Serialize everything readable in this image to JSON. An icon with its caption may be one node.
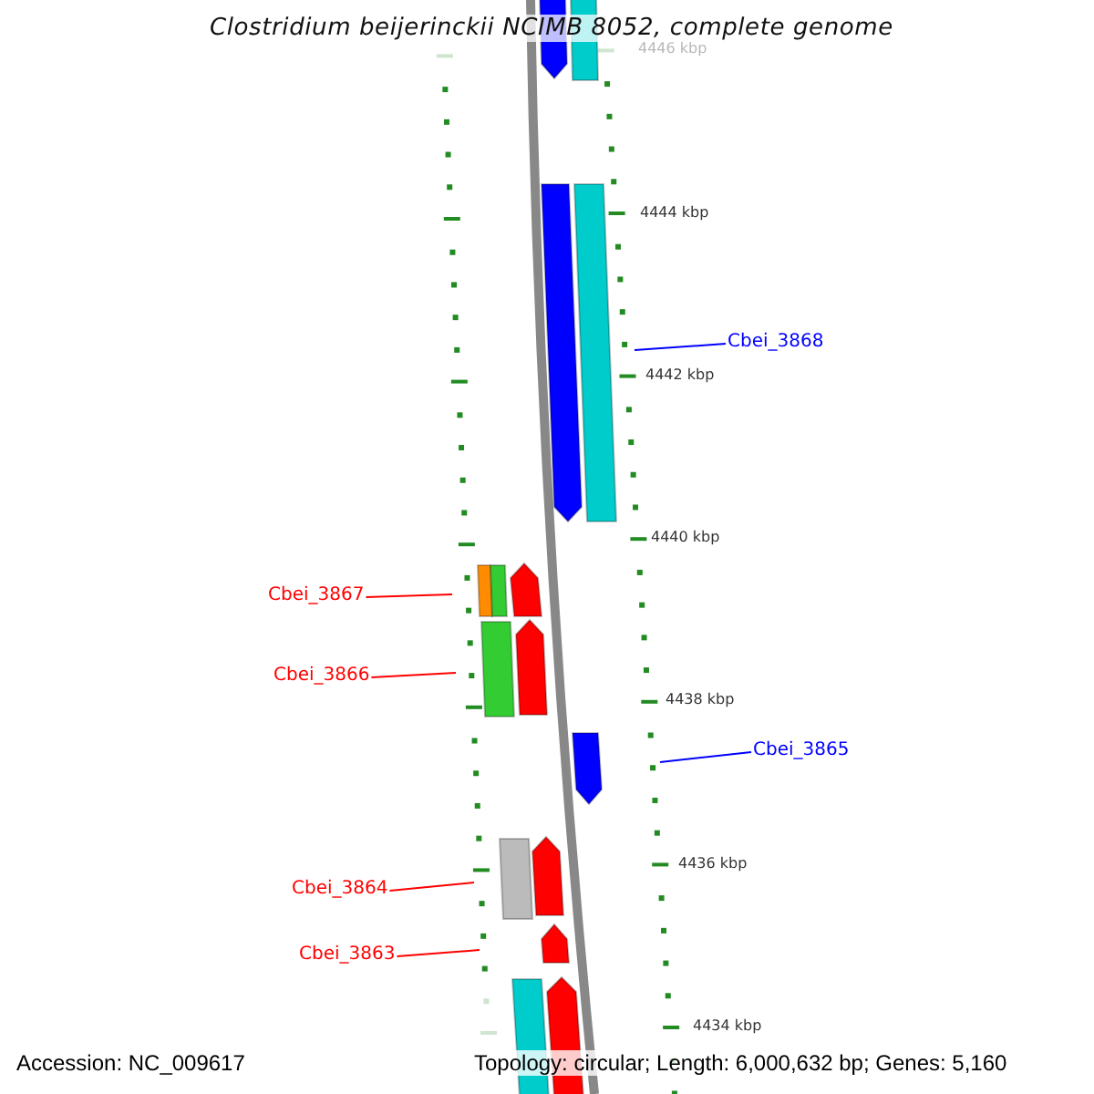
{
  "diagram": {
    "title": "Clostridium beijerinckii NCIMB 8052, complete genome",
    "nodes": [
      {
        "text": [
          "Cbei_3868"
        ]
      },
      {
        "text": [
          "Cbei_3867"
        ]
      },
      {
        "text": [
          "Cbei_3866"
        ]
      },
      {
        "text": [
          "Cbei_3865"
        ]
      },
      {
        "text": [
          "Cbei_3864"
        ]
      },
      {
        "text": [
          "Cbei_3863"
        ]
      }
    ],
    "edges": [
      {
        "from": 0,
        "to": null,
        "arrow": "none",
        "color": "#0000ff"
      },
      {
        "from": 1,
        "to": null,
        "arrow": "none"
      },
      {
        "from": 2,
        "to": null,
        "arrow": "none"
      },
      {
        "from": 3,
        "to": null,
        "arrow": "none",
        "color": "#0000ff"
      },
      {
        "from": 4,
        "to": null,
        "arrow": "none"
      },
      {
        "from": 5,
        "to": null,
        "arrow": "none"
      }
    ],
    "labels": [
      "4446 kbp",
      "4444 kbp",
      "4442 kbp",
      "4440 kbp",
      "4438 kbp",
      "4436 kbp",
      "4434 kbp",
      "Accession: NC_009617",
      "Topology: circular; Length: 6,000,632 bp; Genes: 5,160"
    ]
  }
}
